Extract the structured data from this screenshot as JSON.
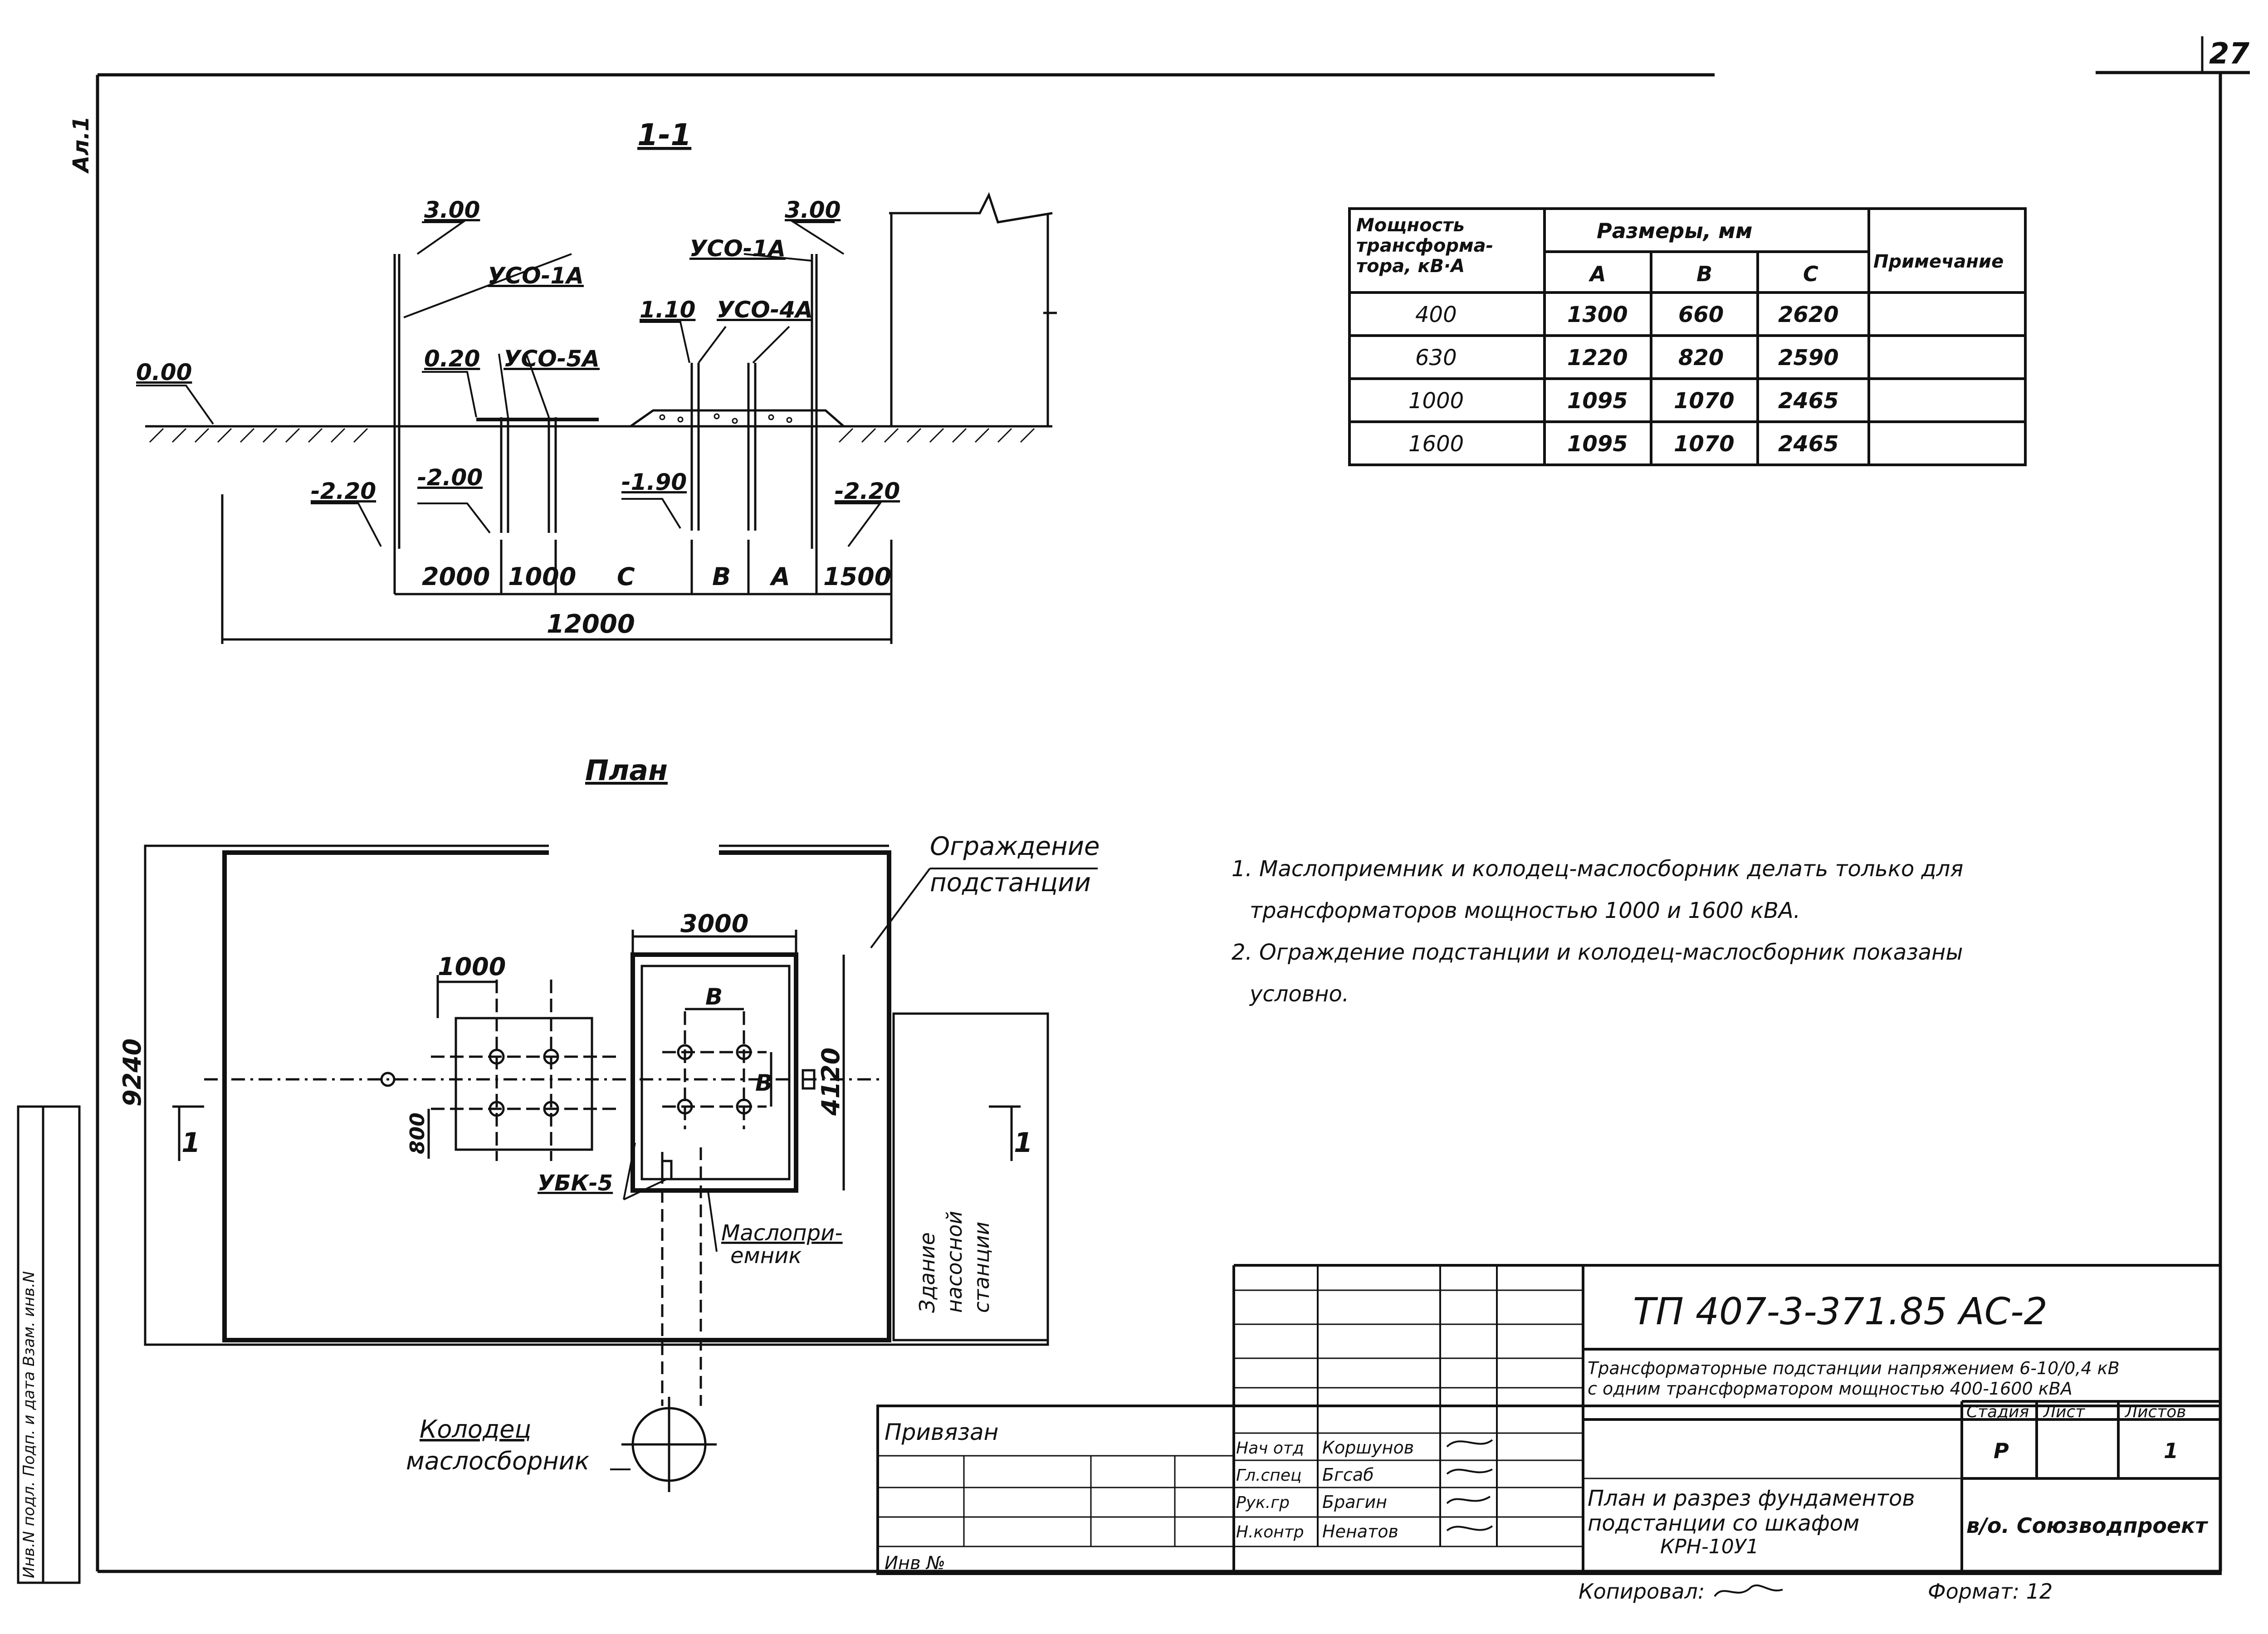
{
  "sheet_number": "27",
  "sheet_label": "Ал.1",
  "section": {
    "title": "1-1",
    "marks": [
      "3.00",
      "3.00",
      "0.00",
      "0.20",
      "1.10",
      "-2.20",
      "-2.00",
      "-1.90",
      "-2.20"
    ],
    "labels": [
      "УСО-1А",
      "УСО-1А",
      "УСО-5А",
      "УСО-4А"
    ],
    "dims": [
      "2000",
      "1000",
      "С",
      "В",
      "А",
      "1500",
      "12000"
    ]
  },
  "plan": {
    "title": "План",
    "fence_label": [
      "Ограждение",
      "подстанции"
    ],
    "dims": [
      "3000",
      "1000",
      "9240",
      "800",
      "4120",
      "В",
      "В"
    ],
    "section_marks": [
      "1",
      "1"
    ],
    "block_label": "УБК-5",
    "oil_receiver": [
      "Маслопри-",
      "емник"
    ],
    "pump_station": [
      "Здание",
      "насосной",
      "станции"
    ],
    "well": [
      "Колодец",
      "маслосборник"
    ]
  },
  "table": {
    "headers": {
      "power": [
        "Мощность",
        "трансформа-",
        "тора, кВ·А"
      ],
      "dims": "Размеры, мм",
      "a": "А",
      "b": "В",
      "c": "С",
      "note": "Примечание"
    },
    "rows": [
      [
        "400",
        "1300",
        "660",
        "2620",
        ""
      ],
      [
        "630",
        "1220",
        "820",
        "2590",
        ""
      ],
      [
        "1000",
        "1095",
        "1070",
        "2465",
        ""
      ],
      [
        "1600",
        "1095",
        "1070",
        "2465",
        ""
      ]
    ]
  },
  "notes": [
    "1. Маслоприемник и колодец-маслосборник делать только для",
    "трансформаторов мощностью 1000 и 1600 кВА.",
    "2. Ограждение подстанции и колодец-маслосборник показаны",
    "условно."
  ],
  "title_block": {
    "code": "ТП 407-3-371.85 АС-2",
    "description": [
      "Трансформаторные подстанции напряжением 6-10/0,4 кВ",
      "с одним трансформатором мощностью 400-1600 кВА"
    ],
    "stage_header": "Стадия",
    "sheet_header": "Лист",
    "sheets_header": "Листов",
    "stage": "Р",
    "sheets": "1",
    "tied": "Привязан",
    "inv": "Инв №",
    "roles": [
      "Нач отд",
      "Гл.спец",
      "Рук.гр",
      "Н.контр"
    ],
    "names": [
      "Коршунов",
      "Бгсаб",
      "Брагин",
      "Ненатов"
    ],
    "drawing_title": [
      "План и разрез фундаментов",
      "подстанции со шкафом",
      "КРН-10У1"
    ],
    "org": "в/о. Союзводпроект",
    "copied": "Копировал:",
    "format": "Формат: 12"
  },
  "side_stamp": "Инв.N подл.  Подп. и дата  Взам. инв.N"
}
